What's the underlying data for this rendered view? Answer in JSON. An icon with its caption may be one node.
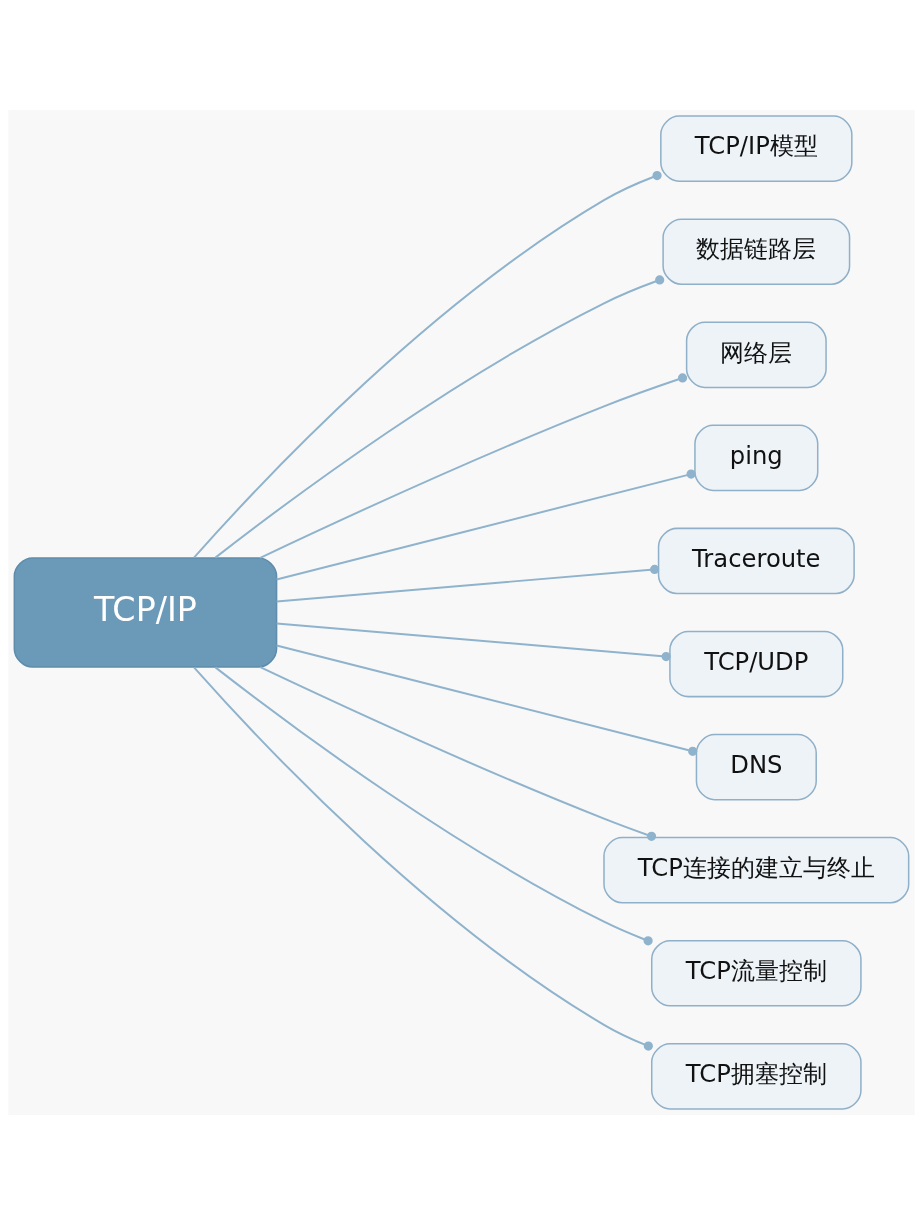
{
  "diagram": {
    "nodes": [
      {
        "text": [
          "TCP/IP"
        ]
      },
      {
        "text": [
          "TCP/IP模型"
        ]
      },
      {
        "text": [
          "数据链路层"
        ]
      },
      {
        "text": [
          "网络层"
        ]
      },
      {
        "text": [
          "ping"
        ]
      },
      {
        "text": [
          "Traceroute"
        ]
      },
      {
        "text": [
          "TCP/UDP"
        ]
      },
      {
        "text": [
          "DNS"
        ]
      },
      {
        "text": [
          "TCP连接的建立与终止"
        ]
      },
      {
        "text": [
          "TCP流量控制"
        ]
      },
      {
        "text": [
          "TCP拥塞控制"
        ]
      }
    ],
    "edges": [
      {
        "from": 0,
        "to": 1,
        "arrow": "other"
      },
      {
        "from": 0,
        "to": 2,
        "arrow": "other"
      },
      {
        "from": 0,
        "to": 3,
        "arrow": "other"
      },
      {
        "from": 0,
        "to": 4,
        "arrow": "other"
      },
      {
        "from": 0,
        "to": 5,
        "arrow": "other"
      },
      {
        "from": 0,
        "to": 6,
        "arrow": "other"
      },
      {
        "from": 0,
        "to": 7,
        "arrow": "other"
      },
      {
        "from": 0,
        "to": 8,
        "arrow": "other"
      },
      {
        "from": 0,
        "to": 9,
        "arrow": "other"
      },
      {
        "from": 0,
        "to": 10,
        "arrow": "other"
      }
    ]
  }
}
